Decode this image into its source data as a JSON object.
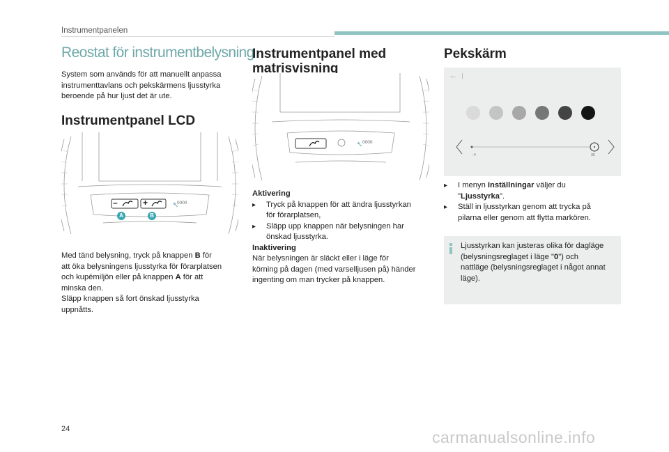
{
  "header": {
    "section": "Instrumentpanelen"
  },
  "intro": {
    "title": "Reostat för instrumentbelysning",
    "text_lines": [
      "System som används för att manuellt anpassa",
      "instrumenttavlans och pekskärmens ljusstyrka",
      "beroende på hur ljust det är ute."
    ]
  },
  "lcd": {
    "title": "Instrumentpanel LCD",
    "labels": {
      "a": "A",
      "b": "B"
    },
    "button_minus": "–",
    "button_plus": "+",
    "odo": "0000",
    "body_parts": [
      "Med tänd belysning, tryck på knappen ",
      "B",
      " för",
      "att öka belysningens ljusstyrka för förarplatsen",
      "och kupémiljön eller på knappen ",
      "A",
      " för att",
      "minska den.",
      "Släpp knappen så fort önskad ljusstyrka",
      "uppnåtts."
    ]
  },
  "matrix": {
    "title_line1": "Instrumentpanel med",
    "title_line2": "matrisvisning",
    "odo": "0000",
    "activation_label": "Aktivering",
    "activation_items": [
      [
        "Tryck på knappen för att ändra ljusstyrkan",
        "för förarplatsen,"
      ],
      [
        "Släpp upp knappen när belysningen har",
        "önskad ljusstyrka."
      ]
    ],
    "deactivation_label": "Inaktivering",
    "deactivation_lines": [
      "När belysningen är släckt eller i läge för",
      "körning på dagen (med varselljusen på) händer",
      "ingenting om man trycker på knappen."
    ]
  },
  "touch": {
    "title": "Pekskärm",
    "screen": {
      "slider_min": "- 4",
      "slider_max": "30",
      "swatches": [
        "#dadada",
        "#c4c4c4",
        "#a8a8a8",
        "#767676",
        "#444444",
        "#151515"
      ]
    },
    "items": [
      {
        "pre": "I menyn ",
        "bold": "Inställningar",
        "post": " väljer du",
        "line2_pre": "\"",
        "line2_bold": "Ljusstyrka",
        "line2_post": "\"."
      },
      {
        "line1": "Ställ in ljusstyrkan genom att trycka på",
        "line2": "pilarna eller genom att flytta markören."
      }
    ],
    "info_lines": [
      [
        "Ljusstyrkan kan justeras olika för dagläge"
      ],
      [
        "(belysningsreglaget i läge \"",
        "0",
        "\") och"
      ],
      [
        "nattläge (belysningsreglaget i något annat"
      ],
      [
        "läge)."
      ]
    ]
  },
  "footer": {
    "page": "24",
    "watermark": "carmanualsonline.info"
  },
  "colors": {
    "accent": "#8fc4c2",
    "heading_light": "#6fa8a9",
    "badge": "#3aa6b0"
  }
}
